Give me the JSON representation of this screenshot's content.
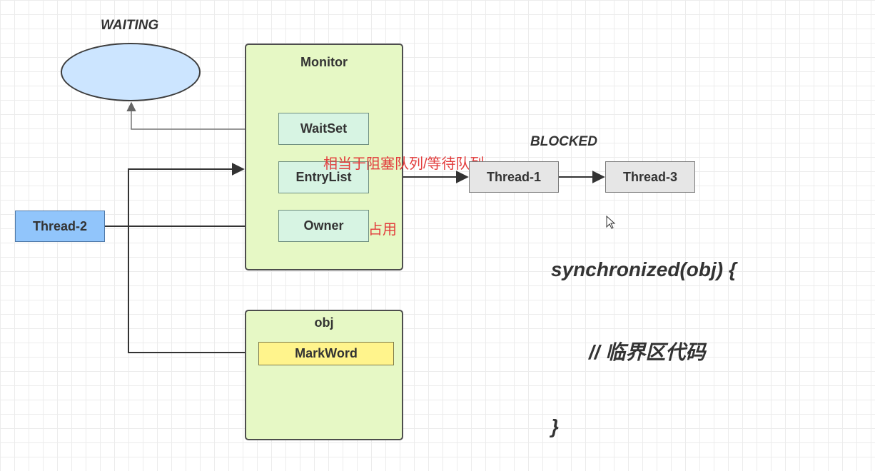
{
  "labels": {
    "waiting": "WAITING",
    "blocked": "BLOCKED"
  },
  "monitor": {
    "title": "Monitor",
    "waitset": "WaitSet",
    "entrylist": "EntryList",
    "owner": "Owner"
  },
  "obj": {
    "title": "obj",
    "markword": "MarkWord"
  },
  "threads": {
    "thread1": "Thread-1",
    "thread2": "Thread-2",
    "thread3": "Thread-3"
  },
  "notes": {
    "entrylist_note": "相当于阻塞队列/等待队列",
    "owner_note": "占用"
  },
  "code": {
    "line1": "synchronized(obj) {",
    "line2": "// 临界区代码",
    "line3": "}"
  },
  "colors": {
    "monitor_fill": "#e6f8c5",
    "inner_box_fill": "#d7f4e3",
    "waiting_fill": "#cce5ff",
    "thread2_fill": "#91c5fb",
    "blocked_fill": "#e6e6e6",
    "markword_fill": "#fff48c",
    "note_color": "#e23b3b"
  }
}
